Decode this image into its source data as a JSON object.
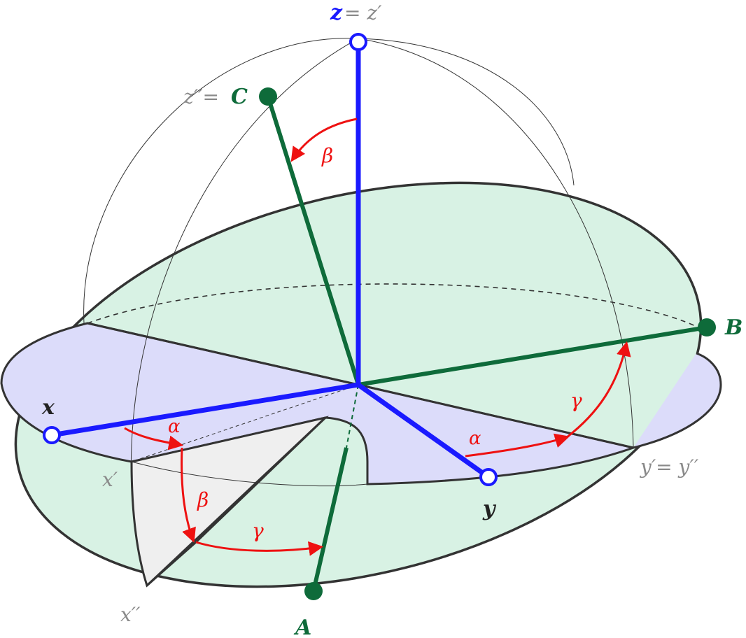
{
  "colors": {
    "primary_frame": "#1a1aff",
    "rotated_frame": "#0e6b3a",
    "angle_arrows": "#ee1111",
    "label_grey": "#8a8a8a",
    "label_dark": "#222222",
    "green_plane": "#d8f2e4",
    "blue_plane": "#dcdcfa",
    "grey_region": "#efefef",
    "outline": "#333333"
  },
  "labels": {
    "z": "z",
    "z_eq": " = z′",
    "z2_eq": "z′′=",
    "C": "C",
    "B": "B",
    "A": "A",
    "x": "x",
    "y": "y",
    "x1": "x′",
    "x2": "x′′",
    "y_eq": "y′= y′′",
    "alpha": "α",
    "beta": "β",
    "gamma": "γ"
  }
}
